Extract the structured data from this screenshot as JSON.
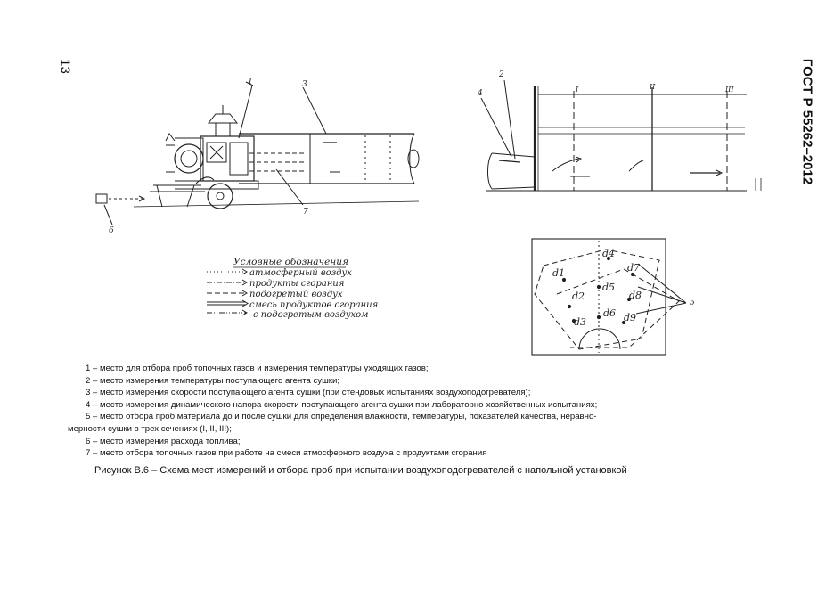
{
  "page_number": "13",
  "standard": "ГОСТ Р 55262–2012",
  "left_figure": {
    "callouts": [
      "1",
      "3",
      "6",
      "7"
    ]
  },
  "right_figure": {
    "callouts": [
      "2",
      "4",
      "5"
    ],
    "sections": [
      "I",
      "II",
      "III"
    ],
    "points": [
      "d1",
      "d2",
      "d3",
      "d4",
      "d5",
      "d6",
      "d7",
      "d8",
      "d9"
    ]
  },
  "legend": {
    "title": "Условные обозначения",
    "items": [
      "атмосферный воздух",
      "продукты сгорания",
      "подогретый воздух",
      "смесь продуктов сгорания",
      "с подогретым воздухом"
    ]
  },
  "notes": [
    "1 – место для отбора проб топочных газов и измерения температуры уходящих газов;",
    "2 – место измерения температуры поступающего агента сушки;",
    "3 – место измерения скорости поступающего агента сушки (при стендовых испытаниях воздухоподогревателя);",
    "4 – место измерения динамического напора скорости поступающего агента сушки при лабораторно-хозяйственных испытаниях;",
    "5 – место отбора проб материала до и после сушки для определения влажности, температуры, показателей качества, неравно-",
    "мерности сушки в трех сечениях (I, II, III);",
    "6 – место измерения расхода топлива;",
    "7 – место отбора топочных газов при работе на смеси атмосферного воздуха с продуктами сгорания"
  ],
  "caption": "Рисунок В.6 – Схема мест измерений и отбора проб при испытании воздухоподогревателей с напольной установкой"
}
